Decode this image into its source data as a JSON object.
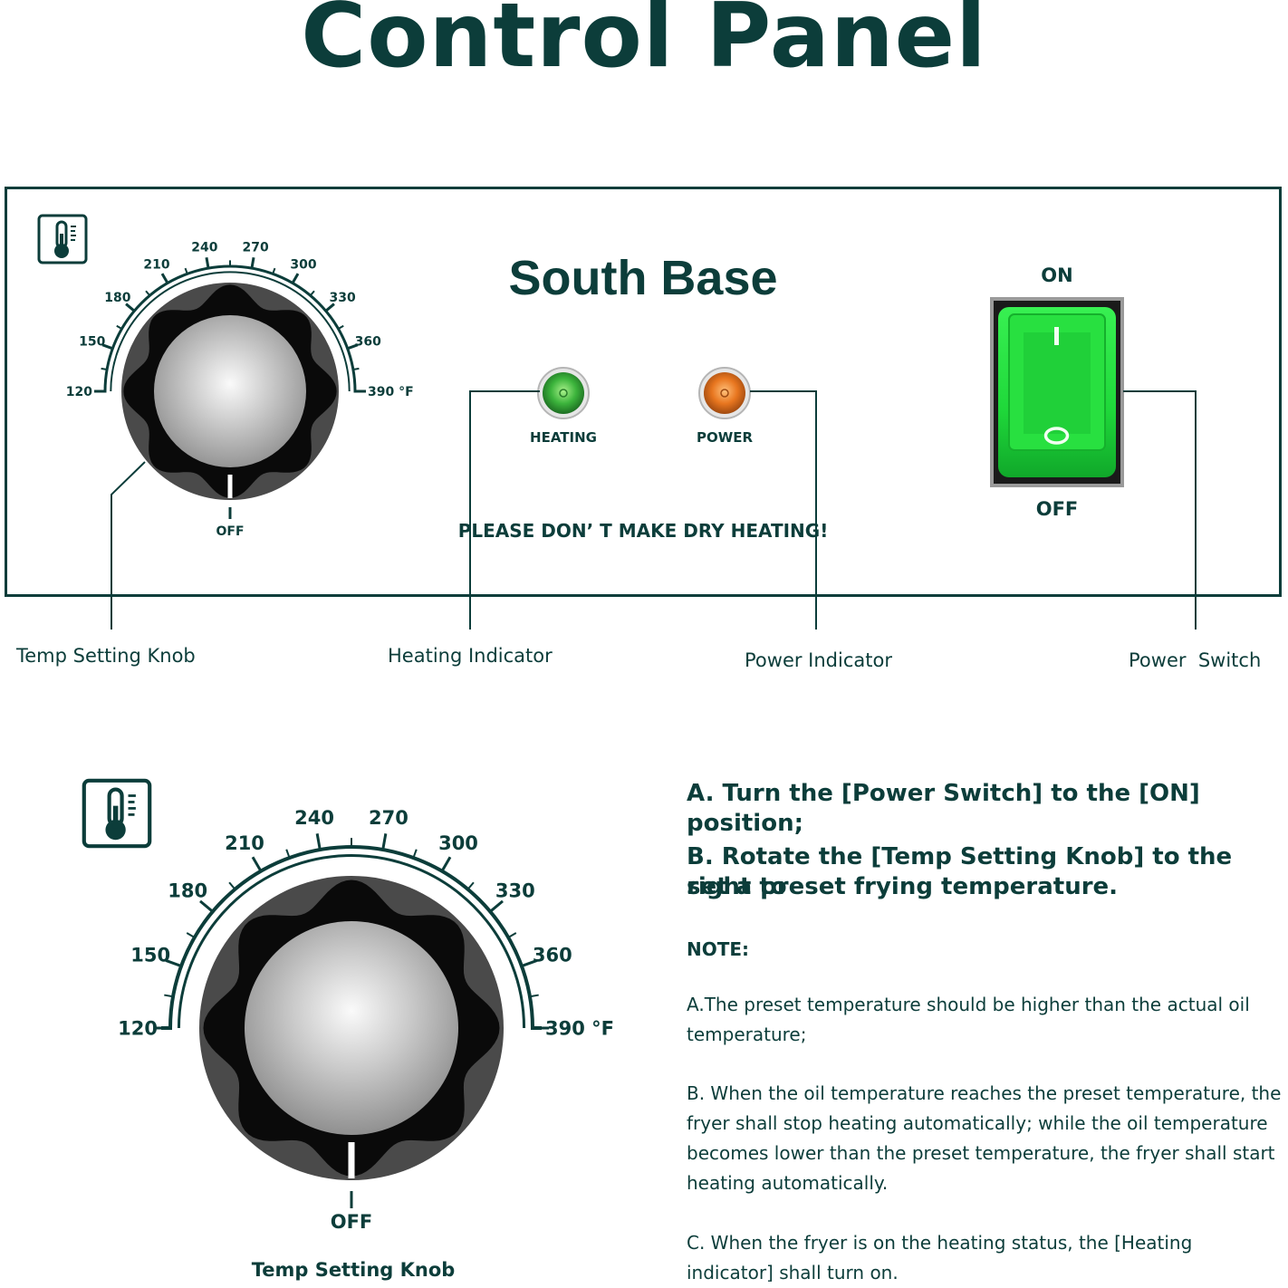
{
  "title": "Control Panel",
  "panel": {
    "brand": "South Base",
    "knob": {
      "scale": [
        "120",
        "150",
        "180",
        "210",
        "240",
        "270",
        "300",
        "330",
        "360",
        "390 °F"
      ],
      "off_label": "OFF"
    },
    "indicators": {
      "heating_label": "HEATING",
      "power_label": "POWER",
      "heating_color": "#3cb43c",
      "power_color": "#e8761f"
    },
    "warning": "PLEASE DON’ T MAKE DRY HEATING!",
    "switch": {
      "on_label": "ON",
      "off_label": "OFF",
      "color": "#22dd33"
    }
  },
  "callouts": {
    "temp_knob": "Temp Setting Knob",
    "heating_indicator": "Heating Indicator",
    "power_indicator": "Power Indicator",
    "power_switch": "Power  Switch"
  },
  "detail": {
    "knob_caption": "Temp Setting Knob",
    "scale": [
      "120",
      "150",
      "180",
      "210",
      "240",
      "270",
      "300",
      "330",
      "360",
      "390 °F"
    ],
    "off_label": "OFF"
  },
  "instructions": {
    "step_a": "A. Turn the [Power Switch] to the [ON] position;",
    "step_b_line1": "B. Rotate the [Temp Setting Knob] to the right to",
    "step_b_line2": "set a preset frying temperature.",
    "note_title": "NOTE:",
    "note_a": "A.The preset temperature should be higher than the actual oil temperature;",
    "note_b": "B. When the oil temperature reaches the preset temperature, the fryer shall stop heating automatically; while the oil temperature becomes lower than the preset temperature, the fryer shall start heating automatically.",
    "note_c": "C. When the fryer is on the heating status, the [Heating indicator] shall turn on."
  },
  "colors": {
    "primary": "#0c3d3a"
  }
}
